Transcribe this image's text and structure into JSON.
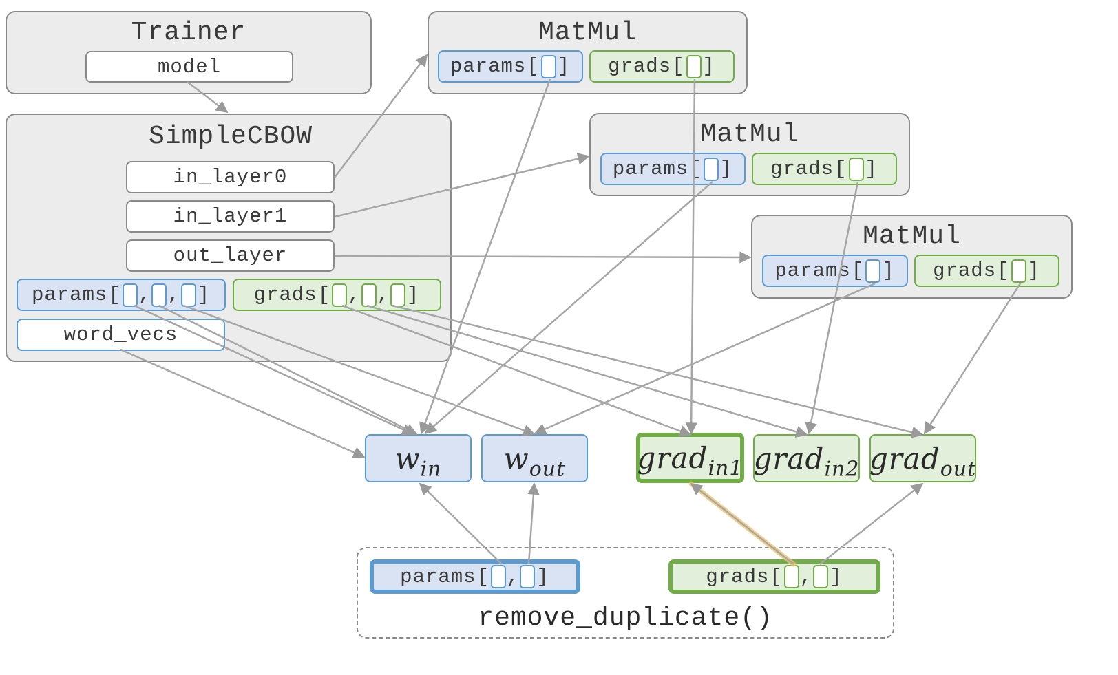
{
  "trainer": {
    "title": "Trainer",
    "model": "model"
  },
  "cbow": {
    "title": "SimpleCBOW",
    "in_layer0": "in_layer0",
    "in_layer1": "in_layer1",
    "out_layer": "out_layer",
    "params_label": "params",
    "grads_label": "grads",
    "word_vecs": "word_vecs"
  },
  "matmul0": {
    "title": "MatMul",
    "params_label": "params",
    "grads_label": "grads"
  },
  "matmul1": {
    "title": "MatMul",
    "params_label": "params",
    "grads_label": "grads"
  },
  "matmul2": {
    "title": "MatMul",
    "params_label": "params",
    "grads_label": "grads"
  },
  "vars": {
    "w_in": {
      "base": "w",
      "sub": "in"
    },
    "w_out": {
      "base": "w",
      "sub": "out"
    },
    "grad_in1": {
      "base": "grad",
      "sub": "in1"
    },
    "grad_in2": {
      "base": "grad",
      "sub": "in2"
    },
    "grad_out": {
      "base": "grad",
      "sub": "out"
    }
  },
  "remove_duplicate": {
    "params_label": "params",
    "grads_label": "grads",
    "function_label": "remove_duplicate()"
  },
  "colors": {
    "param_fill": "#dae3f3",
    "param_border": "#5b9bd5",
    "grad_fill": "#e2efda",
    "grad_border": "#70ad47",
    "arrow": "#a6a6a6",
    "highlight_arrow": "#f2c46d"
  }
}
